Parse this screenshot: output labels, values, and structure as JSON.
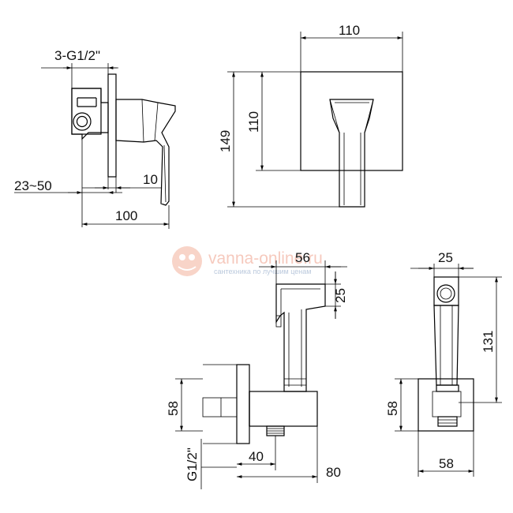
{
  "dimensions": {
    "thread_top": "3-G1/2\"",
    "depth_range": "23~50",
    "ten": "10",
    "hundred": "100",
    "plate_width": "110",
    "plate_height": "110",
    "overall_height": "149",
    "head_length": "56",
    "head_height": "25",
    "holder_height": "58",
    "thread_bottom": "G1/2\"",
    "outlet_offset": "40",
    "holder_depth": "80",
    "head_width": "25",
    "shower_height": "131",
    "holder_height_front": "58",
    "holder_width": "58"
  },
  "watermark": {
    "site": "vanna-online.ru",
    "tagline": "сантехника по лучшим ценам"
  },
  "colors": {
    "line": "#000000",
    "watermark": "#f3b8a8",
    "watermark_sub": "#aebfd6"
  }
}
